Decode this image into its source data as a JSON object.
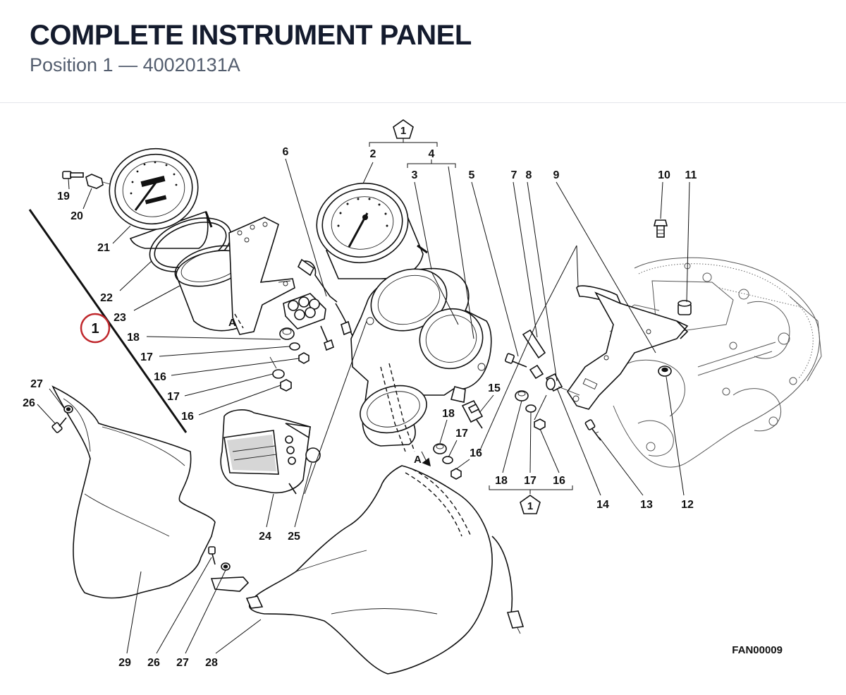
{
  "header": {
    "title": "COMPLETE INSTRUMENT PANEL",
    "subtitle": "Position 1 — 40020131A"
  },
  "diagram": {
    "reference_code": "FAN00009",
    "group_marker": "1",
    "position_badge": "1",
    "letter_marker": "A",
    "callouts": {
      "c2": "2",
      "c3": "3",
      "c4": "4",
      "c5": "5",
      "c6": "6",
      "c7": "7",
      "c8": "8",
      "c9": "9",
      "c10": "10",
      "c11": "11",
      "c12": "12",
      "c13": "13",
      "c14": "14",
      "c15": "15",
      "c16a": "16",
      "c16b": "16",
      "c16c": "16",
      "c16d": "16",
      "c17a": "17",
      "c17b": "17",
      "c17c": "17",
      "c17d": "17",
      "c18a": "18",
      "c18b": "18",
      "c18c": "18",
      "c19": "19",
      "c20": "20",
      "c21": "21",
      "c22": "22",
      "c23": "23",
      "c24": "24",
      "c25": "25",
      "c26a": "26",
      "c26b": "26",
      "c27a": "27",
      "c27b": "27",
      "c28": "28",
      "c29": "29"
    }
  }
}
